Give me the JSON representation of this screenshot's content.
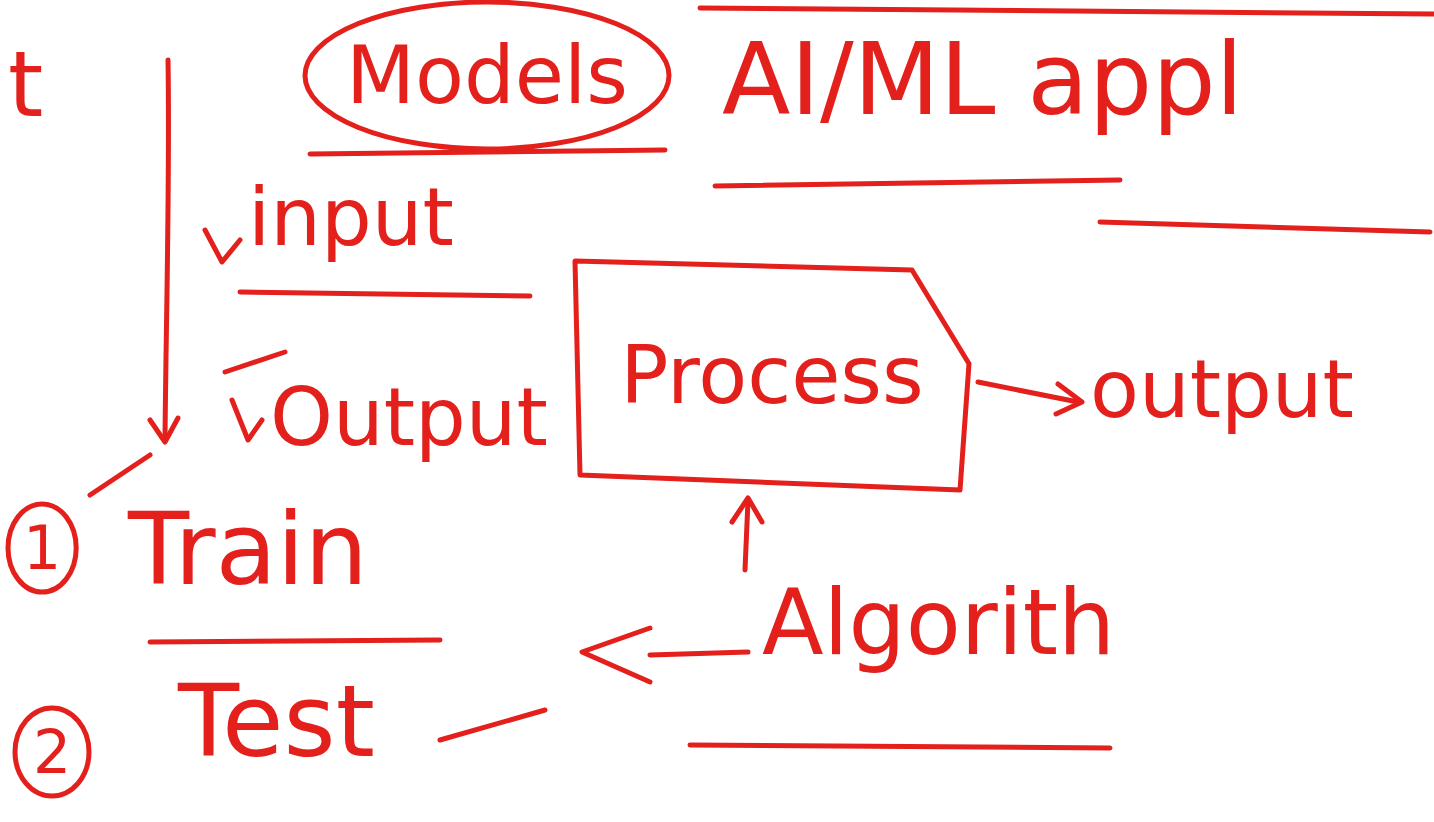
{
  "diagram": {
    "title": "AI/ML appl",
    "nodes": [
      {
        "text": [
          "Models"
        ]
      },
      {
        "text": [
          "Process"
        ]
      },
      {
        "text": [
          "1"
        ]
      },
      {
        "text": [
          "2"
        ]
      }
    ],
    "labels": [
      "t",
      "input",
      "Output",
      "output",
      "Train",
      "Test",
      "Algorith"
    ]
  }
}
